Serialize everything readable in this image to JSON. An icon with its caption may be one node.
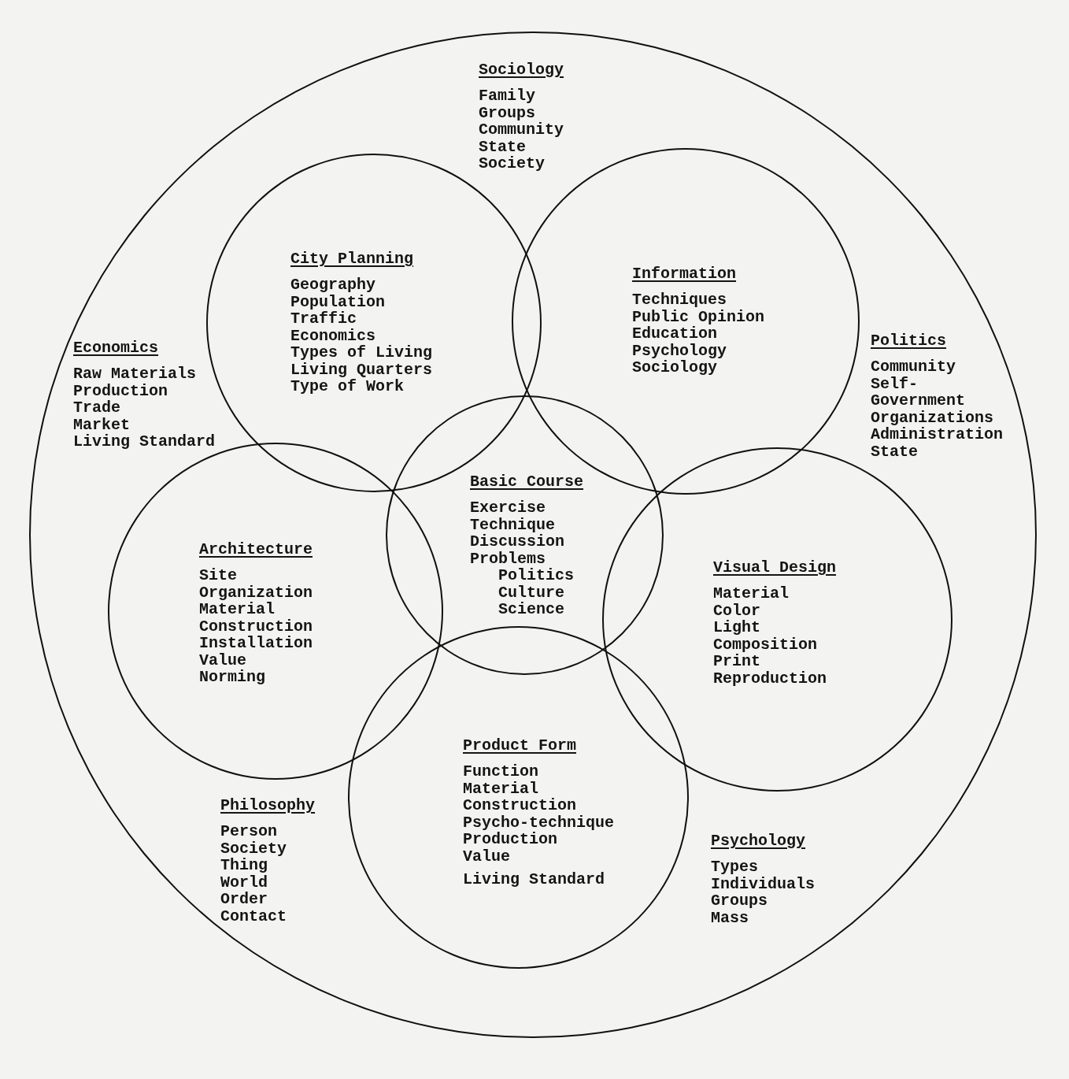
{
  "diagram": {
    "nodes": [
      {
        "text": [],
        "shape": "circle"
      },
      {
        "text": [
          "City Planning",
          "Geography",
          "Population",
          "Traffic",
          "Economics",
          "Types of Living",
          "Living Quarters",
          "Type of Work"
        ],
        "in": 0
      },
      {
        "text": [
          "Information",
          "Techniques",
          "Public Opinion",
          "Education",
          "Psychology",
          "Sociology"
        ],
        "in": 0
      },
      {
        "text": [
          "Basic Course",
          "Exercise",
          "Technique",
          "Discussion",
          "Problems",
          "Politics",
          "Culture",
          "Science"
        ],
        "in": 0
      },
      {
        "text": [
          "Architecture",
          "Site",
          "Organization",
          "Material",
          "Construction",
          "Installation",
          "Value",
          "Norming"
        ],
        "in": 0
      },
      {
        "text": [
          "Visual Design",
          "Material",
          "Color",
          "Light",
          "Composition",
          "Print",
          "Reproduction"
        ],
        "in": 0
      },
      {
        "text": [
          "Product Form",
          "Function",
          "Material",
          "Construction",
          "Psycho-technique",
          "Production",
          "Value",
          "Living Standard"
        ],
        "in": 0
      }
    ],
    "labels": [
      "Sociology",
      "Family",
      "Groups",
      "Community",
      "State",
      "Society",
      "Economics",
      "Raw Materials",
      "Production",
      "Trade",
      "Market",
      "Living Standard",
      "Politics",
      "Community",
      "Self- Government",
      "Organizations",
      "Administration",
      "State",
      "Philosophy",
      "Person",
      "Society",
      "Thing",
      "World",
      "Order",
      "Contact",
      "Psychology",
      "Types",
      "Individuals",
      "Groups",
      "Mass"
    ]
  }
}
